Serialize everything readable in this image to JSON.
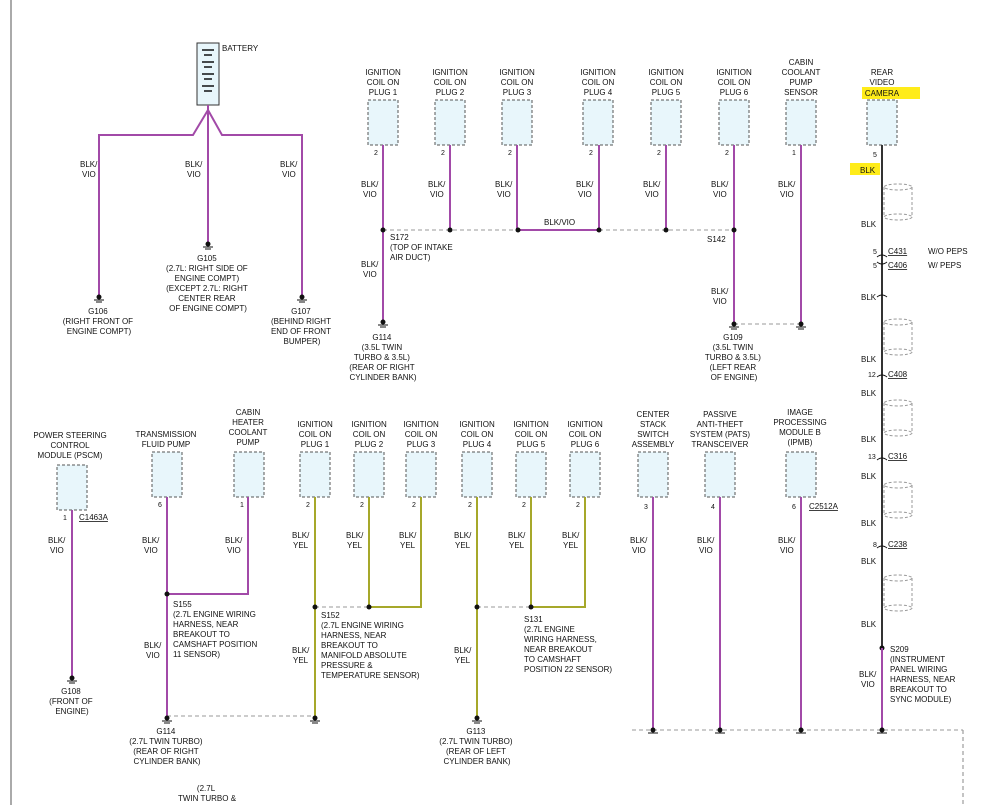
{
  "battery": {
    "label": "BATTERY"
  },
  "wire_colors": {
    "violet": "#a24aa8",
    "yellow": "#a6a82a",
    "black": "#333333",
    "highlight": "#ffec1a"
  },
  "components": {
    "coil1_top": [
      "IGNITION",
      "COIL ON",
      "PLUG 1"
    ],
    "coil2_top": [
      "IGNITION",
      "COIL ON",
      "PLUG 2"
    ],
    "coil3_top": [
      "IGNITION",
      "COIL ON",
      "PLUG 3"
    ],
    "coil4_top": [
      "IGNITION",
      "COIL ON",
      "PLUG 4"
    ],
    "coil5_top": [
      "IGNITION",
      "COIL ON",
      "PLUG 5"
    ],
    "coil6_top": [
      "IGNITION",
      "COIL ON",
      "PLUG 6"
    ],
    "ccpump": [
      "CABIN",
      "COOLANT",
      "PUMP",
      "SENSOR"
    ],
    "camera": [
      "REAR",
      "VIDEO",
      "CAMERA"
    ],
    "pscm": [
      "POWER STEERING",
      "CONTROL",
      "MODULE (PSCM)"
    ],
    "tfp": [
      "TRANSMISSION",
      "FLUID PUMP"
    ],
    "chcp": [
      "CABIN",
      "HEATER",
      "COOLANT",
      "PUMP"
    ],
    "coil1_bot": [
      "IGNITION",
      "COIL ON",
      "PLUG 1"
    ],
    "coil2_bot": [
      "IGNITION",
      "COIL ON",
      "PLUG 2"
    ],
    "coil3_bot": [
      "IGNITION",
      "COIL ON",
      "PLUG 3"
    ],
    "coil4_bot": [
      "IGNITION",
      "COIL ON",
      "PLUG 4"
    ],
    "coil5_bot": [
      "IGNITION",
      "COIL ON",
      "PLUG 5"
    ],
    "coil6_bot": [
      "IGNITION",
      "COIL ON",
      "PLUG 6"
    ],
    "css": [
      "CENTER",
      "STACK",
      "SWITCH",
      "ASSEMBLY"
    ],
    "pats": [
      "PASSIVE",
      "ANTI-THEFT",
      "SYSTEM (PATS)",
      "TRANSCEIVER"
    ],
    "ipmb": [
      "IMAGE",
      "PROCESSING",
      "MODULE B",
      "(IPMB)"
    ]
  },
  "wire_labels": {
    "blk_vio": [
      "BLK/",
      "VIO"
    ],
    "blk_yel": [
      "BLK/",
      "YEL"
    ],
    "blk_vio_inline": "BLK/VIO",
    "blk": "BLK"
  },
  "pins": {
    "p1": "1",
    "p2": "2",
    "p3": "3",
    "p4": "4",
    "p5": "5",
    "p6": "6",
    "p8": "8",
    "p12": "12",
    "p13": "13"
  },
  "connectors": {
    "c1463a": "C1463A",
    "c2512a": "C2512A",
    "c431": "C431",
    "c406": "C406",
    "c408": "C408",
    "c316": "C316",
    "c238": "C238"
  },
  "connector_notes": {
    "c431": "W/O PEPS",
    "c406": "W/ PEPS"
  },
  "grounds": {
    "g106": [
      "G106",
      "(RIGHT FRONT OF",
      "ENGINE COMPT)"
    ],
    "g105": [
      "G105",
      "(2.7L: RIGHT SIDE OF",
      "ENGINE COMPT)",
      "(EXCEPT 2.7L: RIGHT",
      "CENTER REAR",
      "OF ENGINE COMPT)"
    ],
    "g107": [
      "G107",
      "(BEHIND RIGHT",
      "END OF FRONT",
      "BUMPER)"
    ],
    "g114_top": [
      "G114",
      "(3.5L TWIN",
      "TURBO & 3.5L)",
      "(REAR OF RIGHT",
      "CYLINDER BANK)"
    ],
    "g109": [
      "G109",
      "(3.5L TWIN",
      "TURBO & 3.5L)",
      "(LEFT REAR",
      "OF ENGINE)"
    ],
    "g108": [
      "G108",
      "(FRONT OF",
      "ENGINE)"
    ],
    "g114_bot": [
      "G114",
      "(2.7L TWIN TURBO)",
      "(REAR OF RIGHT",
      "CYLINDER BANK)"
    ],
    "g113": [
      "G113",
      "(2.7L TWIN TURBO)",
      "(REAR OF LEFT",
      "CYLINDER BANK)"
    ],
    "bottom_cut": [
      "(2.7L",
      "TWIN TURBO &"
    ]
  },
  "splices": {
    "s172": [
      "S172",
      "(TOP OF INTAKE",
      "AIR DUCT)"
    ],
    "s142": [
      "S142"
    ],
    "s155": [
      "S155",
      "(2.7L ENGINE WIRING",
      "HARNESS, NEAR",
      "BREAKOUT TO",
      "CAMSHAFT POSITION",
      "11 SENSOR)"
    ],
    "s152": [
      "S152",
      "(2.7L ENGINE WIRING",
      "HARNESS, NEAR",
      "BREAKOUT TO",
      "MANIFOLD ABSOLUTE",
      "PRESSURE &",
      "TEMPERATURE SENSOR)"
    ],
    "s131": [
      "S131",
      "(2.7L ENGINE",
      "WIRING HARNESS,",
      "NEAR BREAKOUT",
      "TO CAMSHAFT",
      "POSITION 22 SENSOR)"
    ],
    "s209": [
      "S209",
      "(INSTRUMENT",
      "PANEL WIRING",
      "HARNESS, NEAR",
      "BREAKOUT TO",
      "SYNC MODULE)"
    ]
  }
}
